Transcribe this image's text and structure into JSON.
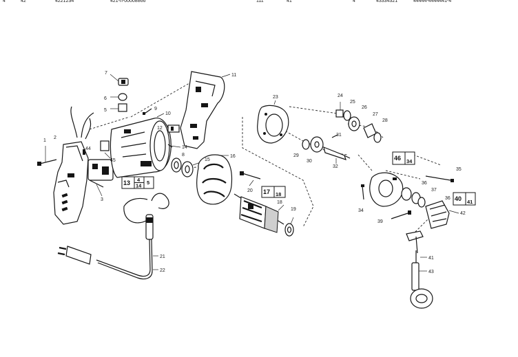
{
  "header": {
    "top_strip": [
      "4",
      "42",
      "4221234",
      "421-n-00008866",
      "111",
      "41",
      "4",
      "43334321",
      "44444-4444441-4"
    ]
  },
  "parts": {
    "n1": "1",
    "n2": "2",
    "n3": "3",
    "n5": "5",
    "n6": "6",
    "n7": "7",
    "n8": "8",
    "n9": "9",
    "n10": "10",
    "n11": "11",
    "n12": "12",
    "n14": "14",
    "n15": "15",
    "n16": "16",
    "n18": "18",
    "n19": "19",
    "n20": "20",
    "n21": "21",
    "n22": "22",
    "n23": "23",
    "n24": "24",
    "n25": "25",
    "n26": "26",
    "n27": "27",
    "n28": "28",
    "n29": "29",
    "n30": "30",
    "n31": "31",
    "n32": "32",
    "n34": "34",
    "n35": "35",
    "n36a": "36",
    "n36b": "36",
    "n37": "37",
    "n39": "39",
    "n41": "41",
    "n42": "42",
    "n43": "43",
    "n44": "44",
    "n45": "45"
  },
  "boxed_groups": {
    "g13": {
      "big": "13",
      "top": "4",
      "bottom": "14",
      "side": "5"
    },
    "g17": {
      "big": "17",
      "side": "18"
    },
    "g46": {
      "big": "46",
      "side": "34"
    },
    "g40": {
      "big": "40",
      "side": "41"
    }
  }
}
